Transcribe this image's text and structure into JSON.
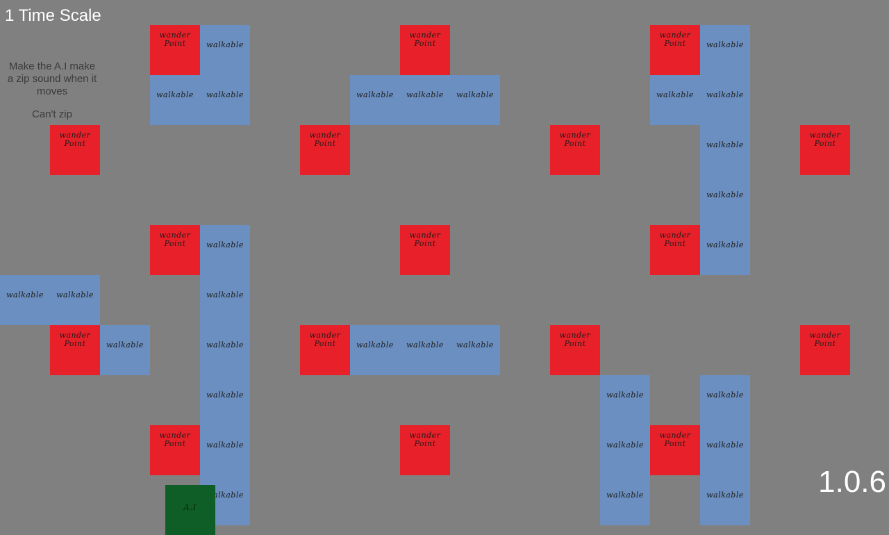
{
  "hud": {
    "time_scale": "1 Time Scale",
    "version": "1.0.6"
  },
  "notes": {
    "main": "Make the A.I make a zip sound when it moves",
    "sub": "Can't zip"
  },
  "tile_labels": {
    "walkable": "walkable",
    "wander": "wander Point",
    "ai": "A.I"
  },
  "colors": {
    "background": "#808080",
    "walkable": "#6b8fc0",
    "wander_point": "#e8202a",
    "ai_agent": "#0f5d27"
  },
  "grid": {
    "columns": 18,
    "rows": 10,
    "walkable_cells": [
      [
        4,
        0
      ],
      [
        3,
        1
      ],
      [
        4,
        1
      ],
      [
        7,
        1
      ],
      [
        8,
        1
      ],
      [
        9,
        1
      ],
      [
        14,
        0
      ],
      [
        13,
        1
      ],
      [
        14,
        1
      ],
      [
        14,
        2
      ],
      [
        14,
        3
      ],
      [
        14,
        4
      ],
      [
        4,
        4
      ],
      [
        4,
        5
      ],
      [
        4,
        6
      ],
      [
        4,
        7
      ],
      [
        4,
        8
      ],
      [
        4,
        9
      ],
      [
        0,
        5
      ],
      [
        1,
        5
      ],
      [
        2,
        6
      ],
      [
        7,
        6
      ],
      [
        8,
        6
      ],
      [
        9,
        6
      ],
      [
        12,
        7
      ],
      [
        12,
        8
      ],
      [
        12,
        9
      ],
      [
        14,
        7
      ],
      [
        14,
        8
      ],
      [
        14,
        9
      ]
    ],
    "wander_cells": [
      [
        3,
        0
      ],
      [
        8,
        0
      ],
      [
        13,
        0
      ],
      [
        1,
        2
      ],
      [
        6,
        2
      ],
      [
        11,
        2
      ],
      [
        16,
        2
      ],
      [
        3,
        4
      ],
      [
        8,
        4
      ],
      [
        13,
        4
      ],
      [
        1,
        6
      ],
      [
        6,
        6
      ],
      [
        11,
        6
      ],
      [
        16,
        6
      ],
      [
        3,
        8
      ],
      [
        8,
        8
      ],
      [
        13,
        8
      ]
    ],
    "ai_cell": [
      3.3,
      9.2
    ]
  }
}
